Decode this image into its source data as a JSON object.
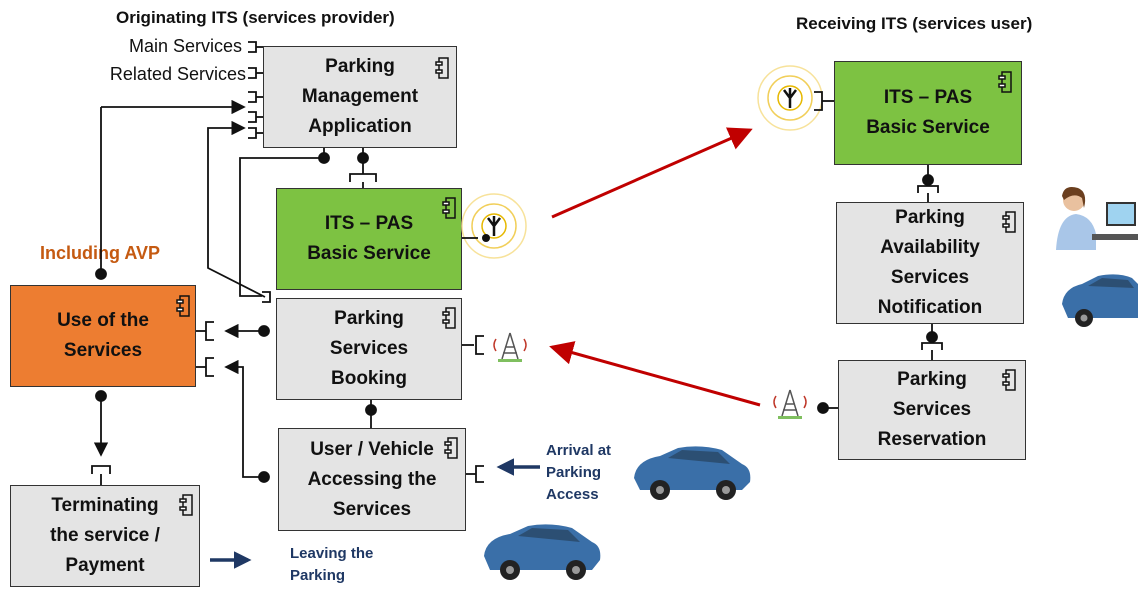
{
  "headers": {
    "originating": "Originating ITS (services provider)",
    "receiving": "Receiving ITS (services user)"
  },
  "interface_labels": {
    "main": "Main Services",
    "related": "Related Services"
  },
  "including_avp": "Including AVP",
  "boxes": {
    "pma": "Parking\nManagement\nApplication",
    "pas_left": "ITS – PAS\nBasic Service",
    "booking": "Parking\nServices\nBooking",
    "use": "Use of the\nServices",
    "uva": "User / Vehicle\nAccessing the\nServices",
    "term": "Terminating\nthe service /\nPayment",
    "pas_right": "ITS – PAS\nBasic Service",
    "pan": "Parking\nAvailability\nServices\nNotification",
    "psr": "Parking\nServices\nReservation"
  },
  "notes": {
    "arrival": "Arrival at\nParking\nAccess",
    "leaving": "Leaving the\nParking"
  },
  "colors": {
    "green": "#7dc242",
    "orange": "#ed7d31",
    "grey": "#e4e4e4",
    "red_arrow": "#c00000",
    "navy": "#1f3864"
  }
}
